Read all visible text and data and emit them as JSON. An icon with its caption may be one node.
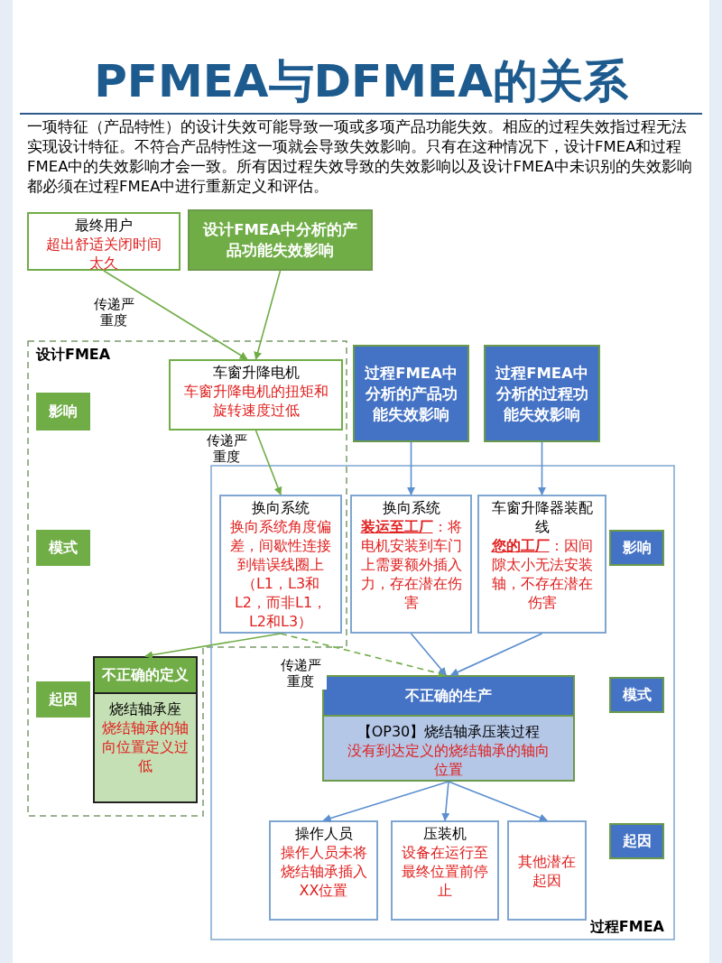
{
  "diagram": {
    "title": "PFMEA与DFMEA的关系",
    "nodes": [
      {
        "text": [
          "最终用户",
          "超出舒适关闭时间太久"
        ]
      },
      {
        "text": [
          "设计FMEA中分析的产品功能失效影响"
        ]
      },
      {
        "text": [
          "设计FMEA"
        ]
      },
      {
        "text": [
          "车窗升降电机",
          "车窗升降电机的扭矩和旋转速度过低"
        ],
        "in": 2
      },
      {
        "text": [
          "影响"
        ],
        "in": 2
      },
      {
        "text": [
          "过程FMEA中分析的产品功能失效影响"
        ]
      },
      {
        "text": [
          "过程FMEA中分析的过程功能失效影响"
        ]
      },
      {
        "text": [
          "过程FMEA"
        ]
      },
      {
        "text": [
          "换向系统",
          "换向系统角度偏差，间歇性连接到错误线圈上（L1，L3和L2，而非L1，L2和L3）"
        ]
      },
      {
        "text": [
          "换向系统",
          "**装运至工厂**：将电机安装到车门上需要额外插入力，存在潜在伤害"
        ],
        "in": 7
      },
      {
        "text": [
          "车窗升降器装配线",
          "**您的工厂**：因间隙太小无法安装轴，不存在潜在伤害"
        ],
        "in": 7
      },
      {
        "text": [
          "影响"
        ],
        "in": 7
      },
      {
        "text": [
          "模式"
        ],
        "in": 2
      },
      {
        "text": [
          "起因"
        ],
        "in": 2
      },
      {
        "text": [
          "不正确的定义",
          "烧结轴承座",
          "烧结轴承的轴向位置定义过低"
        ],
        "in": 2
      },
      {
        "text": [
          "不正确的生产",
          "【OP30】烧结轴承压装过程",
          "没有到达定义的烧结轴承的轴向位置"
        ],
        "in": 7
      },
      {
        "text": [
          "模式"
        ],
        "in": 7
      },
      {
        "text": [
          "操作人员",
          "操作人员未将烧结轴承插入XX位置"
        ],
        "in": 7
      },
      {
        "text": [
          "压装机",
          "设备在运行至最终位置前停止"
        ],
        "in": 7
      },
      {
        "text": [
          "其他潜在起因"
        ],
        "in": 7
      },
      {
        "text": [
          "起因"
        ],
        "in": 7
      }
    ],
    "edges": [
      {
        "from": 0,
        "to": 3,
        "arrow": "to",
        "label": "传递严重度",
        "color": "#70ad47"
      },
      {
        "from": 1,
        "to": 3,
        "arrow": "to",
        "color": "#70ad47"
      },
      {
        "from": 3,
        "to": 8,
        "arrow": "to",
        "label": "传递严重度",
        "color": "#70ad47"
      },
      {
        "from": 5,
        "to": 9,
        "arrow": "to"
      },
      {
        "from": 6,
        "to": 10,
        "arrow": "to"
      },
      {
        "from": 8,
        "to": 14,
        "arrow": "to",
        "color": "#70ad47"
      },
      {
        "from": 8,
        "to": 15,
        "arrow": "to",
        "label": "传递严重度",
        "style": "dashed",
        "color": "#70ad47"
      },
      {
        "from": 9,
        "to": 15,
        "arrow": "to"
      },
      {
        "from": 10,
        "to": 15,
        "arrow": "to"
      },
      {
        "from": 15,
        "to": 17,
        "arrow": "to"
      },
      {
        "from": 15,
        "to": 18,
        "arrow": "to"
      },
      {
        "from": 15,
        "to": 19,
        "arrow": "to"
      }
    ],
    "labels": [
      "一项特征（产品特性）的设计失效可能导致一项或多项产品功能失效。相应的过程失效指过程无法实现设计特征。不符合产品特性这一项就会导致失效影响。只有在这种情况下，设计FMEA和过程FMEA中的失效影响才会一致。所有因过程失效导致的失效影响以及设计FMEA中未识别的失效影响都必须在过程FMEA中进行重新定义和评估。"
    ]
  }
}
